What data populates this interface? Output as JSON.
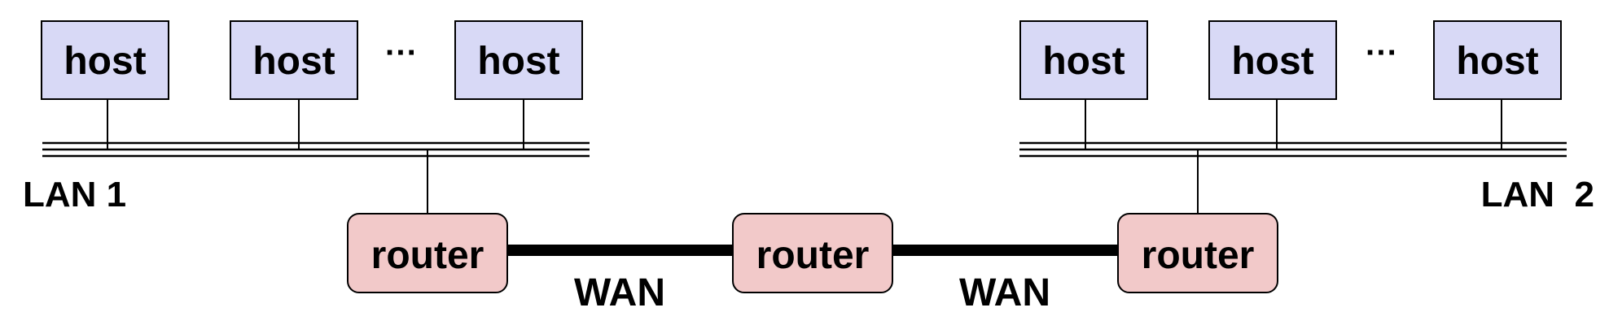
{
  "colors": {
    "host_fill": "#d8d9f6",
    "router_fill": "#f2c9c9",
    "stroke": "#000000"
  },
  "lan1": {
    "label": "LAN 1",
    "hosts": [
      "host",
      "host",
      "host"
    ],
    "ellipsis": "···"
  },
  "lan2": {
    "label": "LAN  2",
    "hosts": [
      "host",
      "host",
      "host"
    ],
    "ellipsis": "···"
  },
  "routers": [
    "router",
    "router",
    "router"
  ],
  "links": [
    "WAN",
    "WAN"
  ]
}
